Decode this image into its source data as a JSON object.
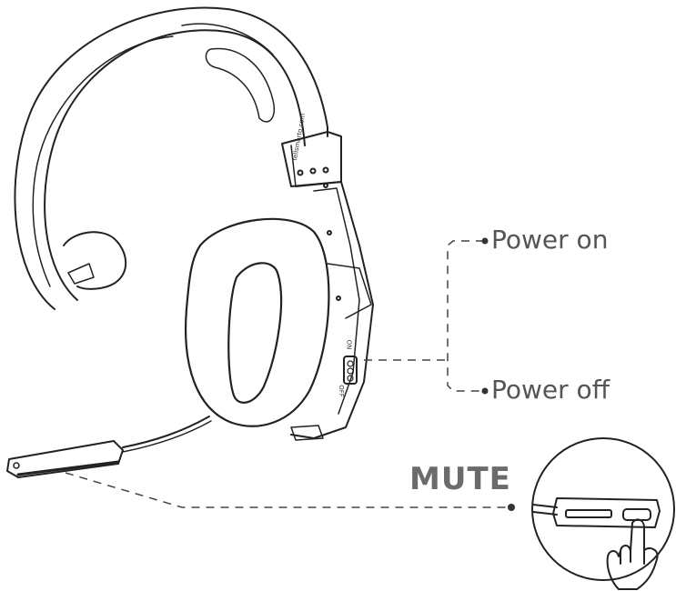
{
  "labels": {
    "power_on": "Power on",
    "power_off": "Power off",
    "mute": "MUTE"
  },
  "switch_marks": {
    "on": "ON",
    "off": "OFF"
  },
  "brand_text": "tellsmarto.com",
  "colors": {
    "line": "#222222",
    "label_text": "#555555",
    "mute_text": "#6b6b6b",
    "background": "#ffffff"
  },
  "icons": [
    "headset-illustration",
    "microphone-boom",
    "hand-pointer-icon",
    "mute-button-zoom"
  ]
}
